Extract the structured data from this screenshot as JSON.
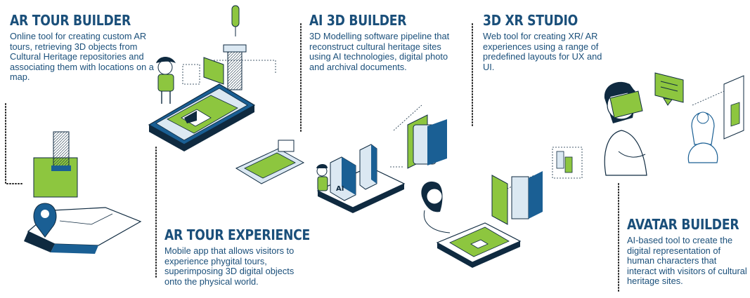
{
  "colors": {
    "title": "#1a4f7a",
    "text": "#1a4f7a",
    "accent_green": "#8dc63f",
    "accent_blue": "#1a5f94",
    "outline": "#0f2a40",
    "light_blue": "#dbe8f2",
    "dots": "#222222"
  },
  "sections": {
    "ar_tour_builder": {
      "title": "AR TOUR BUILDER",
      "body": "Online tool for creating custom AR tours, retrieving 3D objects from Cultural Heritage repositories and associating them with locations on a map."
    },
    "ai_3d_builder": {
      "title": "AI 3D BUILDER",
      "body": "3D Modelling software pipeline that reconstruct cultural heritage sites using AI technologies, digital photo and archival documents."
    },
    "xr_studio": {
      "title": "3D XR STUDIO",
      "body": "Web tool for creating XR/ AR experiences using a range of predefined layouts for UX and UI."
    },
    "ar_tour_experience": {
      "title": "AR TOUR EXPERIENCE",
      "body": "Mobile app that allows visitors to experience phygital tours, superimposing 3D digital objects onto the physical world."
    },
    "avatar_builder": {
      "title": "AVATAR BUILDER",
      "body": "AI-based tool to create the digital representation of human characters that interact with visitors of cultural heritage sites."
    }
  },
  "illustrations": {
    "ai_letters": "AI"
  }
}
